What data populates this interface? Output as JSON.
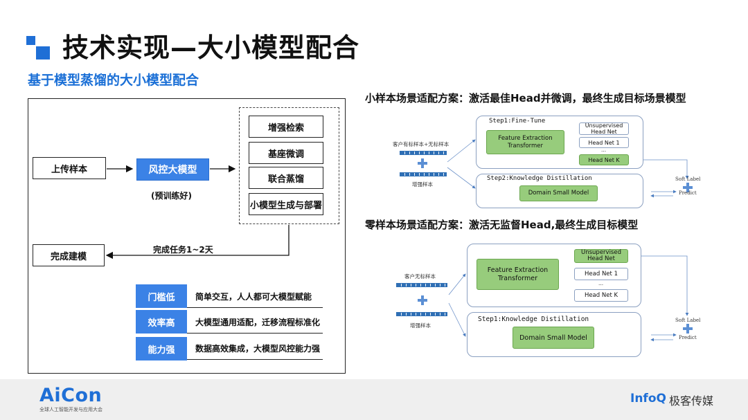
{
  "title": "技术实现—大小模型配合",
  "subtitle": "基于模型蒸馏的大小模型配合",
  "left_diagram": {
    "upload": "上传样本",
    "risk_model": "风控大模型",
    "risk_model_note": "(预训练好)",
    "steps": [
      "增强检索",
      "基座微调",
      "联合蒸馏",
      "小模型生成与部署"
    ],
    "done": "完成建模",
    "done_note": "完成任务1~2天",
    "features": [
      {
        "label": "门槛低",
        "desc": "简单交互，人人都可大模型赋能"
      },
      {
        "label": "效率高",
        "desc": "大模型通用适配，迁移流程标准化"
      },
      {
        "label": "能力强",
        "desc": "数据高效集成，大模型风控能力强"
      }
    ]
  },
  "right_top": {
    "heading": "小样本场景适配方案：激活最佳Head并微调，最终生成目标场景模型",
    "sample_label": "客户有标样本+无标样本",
    "aug_label": "增强样本",
    "step1": "Step1:Fine-Tune",
    "feature_extractor": "Feature Extraction Transformer",
    "heads": [
      "Unsupervised Head Net",
      "Head Net 1",
      "...",
      "Head Net K"
    ],
    "step2": "Step2:Knowledge Distillation",
    "small_model": "Domain Small Model",
    "soft_label": "Soft Label",
    "predict": "Predict"
  },
  "right_bottom": {
    "heading": "零样本场景适配方案：激活无监督Head,最终生成目标模型",
    "sample_label": "客户无标样本",
    "aug_label": "增强样本",
    "feature_extractor": "Feature Extraction Transformer",
    "heads": [
      "Unsupervised Head Net",
      "Head Net 1",
      "...",
      "Head Net K"
    ],
    "step1": "Step1:Knowledge Distillation",
    "small_model": "Domain Small Model",
    "soft_label": "Soft Label",
    "predict": "Predict"
  },
  "footer": {
    "brand": "AiCon",
    "brand_sub": "全球人工智能开发与应用大会",
    "partner": "InfoQ",
    "partner_cn": "极客传媒"
  },
  "colors": {
    "accent": "#1f6fd6",
    "box_blue": "#3b82e6",
    "green": "#97cc7c"
  }
}
